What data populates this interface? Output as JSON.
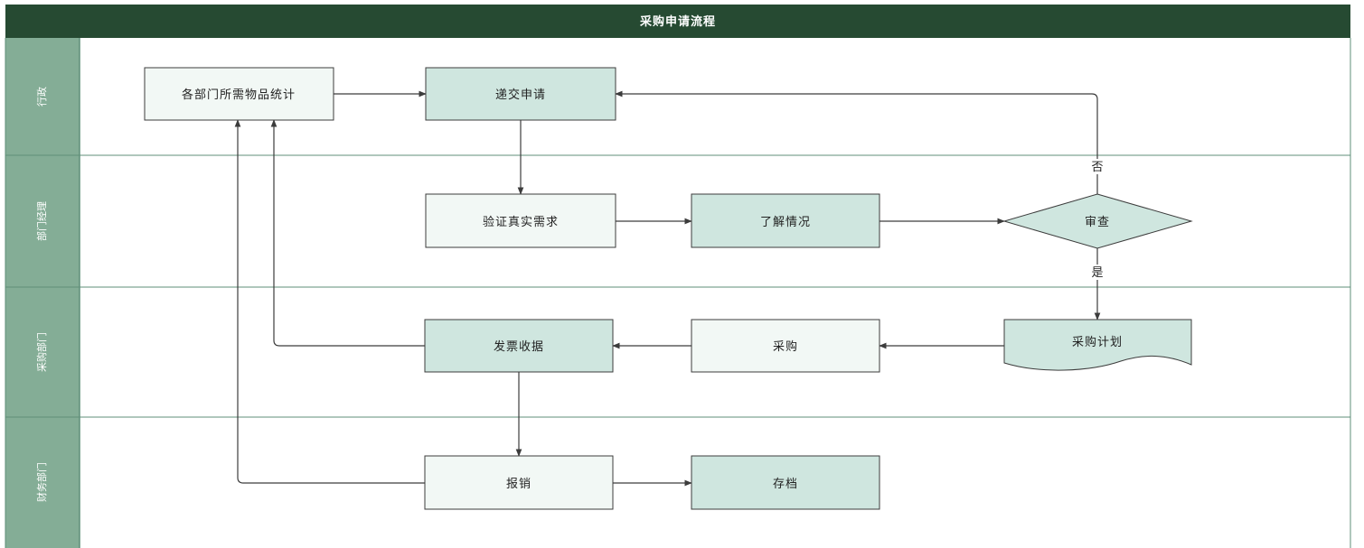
{
  "title": "采购申请流程",
  "colors": {
    "header": "#264a32",
    "lane_header": "#84ad96",
    "node_dark": "#cfe6df",
    "node_light": "#f2f8f5",
    "stroke": "#3c3c3c",
    "grid": "#5f8f78"
  },
  "lanes": [
    {
      "id": "admin",
      "label": "行政"
    },
    {
      "id": "dept_manager",
      "label": "部门经理"
    },
    {
      "id": "purchasing",
      "label": "采购部门"
    },
    {
      "id": "finance",
      "label": "财务部门"
    }
  ],
  "nodes": {
    "stats": {
      "label": "各部门所需物品统计"
    },
    "submit": {
      "label": "递交申请"
    },
    "verify": {
      "label": "验证真实需求"
    },
    "understand": {
      "label": "了解情况"
    },
    "review": {
      "label": "审查"
    },
    "plan": {
      "label": "采购计划"
    },
    "purchase": {
      "label": "采购"
    },
    "invoice": {
      "label": "发票收据"
    },
    "reimburse": {
      "label": "报销"
    },
    "archive": {
      "label": "存档"
    }
  },
  "edge_labels": {
    "no": "否",
    "yes": "是"
  }
}
